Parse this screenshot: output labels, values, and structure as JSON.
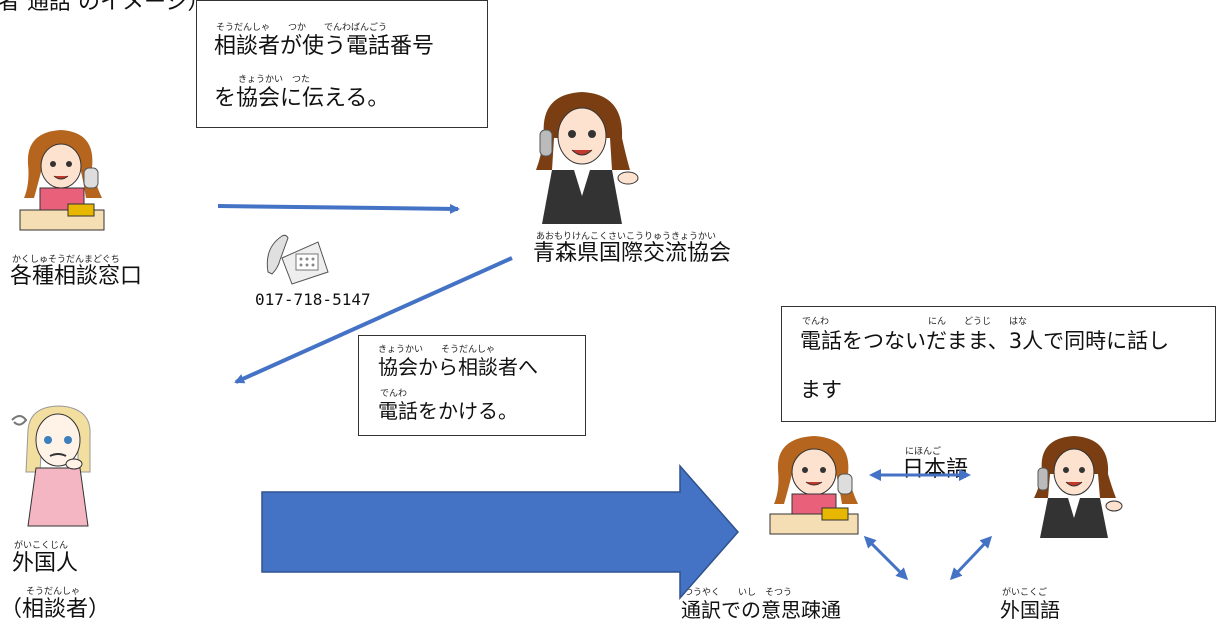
{
  "header": {
    "title_partial": "者 通話 のイメージ）"
  },
  "box_phone_info": {
    "line1": "相談者が使う電話番号",
    "line1_ruby": "そうだんしゃ　　つか　　でんわばんごう",
    "line2": "を協会に伝える。",
    "line2_ruby": "きょうかい　つた"
  },
  "box_call_back": {
    "line1": "協会から相談者へ",
    "line1_ruby": "きょうかい　　そうだんしゃ",
    "line2": "電話をかける。",
    "line2_ruby": "でんわ"
  },
  "box_three_way": {
    "line1": "電話をつないだまま、3人で同時に話し",
    "line1_ruby": "でんわ　　　　　　　　　　　にん　　どうじ　　はな",
    "line2": "ます"
  },
  "labels": {
    "counter": "各種相談窓口",
    "counter_ruby": "かくしゅそうだんまどぐち",
    "association": "青森県国際交流協会",
    "association_ruby": "あおもりけんこくさいこうりゅうきょうかい",
    "phone_number": "017-718-5147",
    "foreigner": "外国人",
    "foreigner_ruby": "がいこくじん",
    "consultant": "（相談者）",
    "consultant_ruby": "そうだんしゃ",
    "japanese": "日本語",
    "japanese_ruby": "にほんご",
    "interpretation": "通訳での意思疎通",
    "interpretation_ruby": "つうやく　　いし　そつう",
    "foreign_language": "外国語",
    "foreign_language_ruby": "がいこくご"
  },
  "colors": {
    "arrow": "#4472c4",
    "big_arrow": "#4472c4",
    "big_arrow_edge": "#2f528f"
  }
}
